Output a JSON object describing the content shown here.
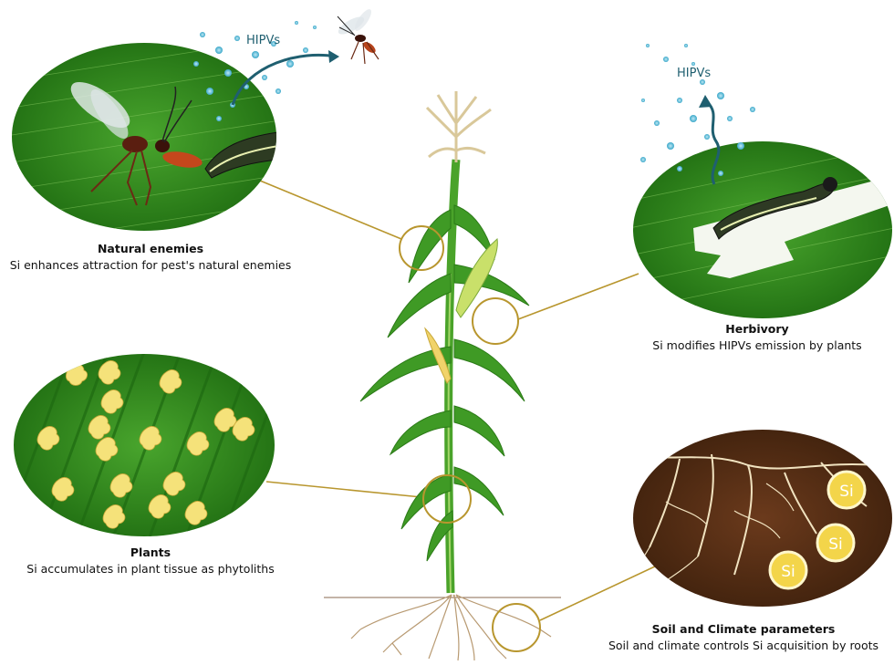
{
  "labels": {
    "hipvs_left": "HIPVs",
    "hipvs_right": "HIPVs",
    "si_1": "Si",
    "si_2": "Si",
    "si_3": "Si"
  },
  "captions": {
    "natural_enemies": {
      "title": "Natural enemies",
      "description": "Si enhances attraction for pest's natural enemies"
    },
    "herbivory": {
      "title": "Herbivory",
      "description": "Si modifies HIPVs emission by plants"
    },
    "plants": {
      "title": "Plants",
      "description": "Si accumulates in plant tissue as phytoliths"
    },
    "soil_climate": {
      "title": "Soil and Climate parameters",
      "description": "Soil and climate controls Si acquisition by roots"
    }
  },
  "colors": {
    "leaf_green": "#2e8b1e",
    "leaf_dark": "#1f6a12",
    "connector_gold": "#b8962e",
    "soil_brown": "#5a3218",
    "phytolith_yellow": "#f5e27a",
    "volatile_blue": "#1f5f70",
    "si_circle": "#f3d54a"
  }
}
